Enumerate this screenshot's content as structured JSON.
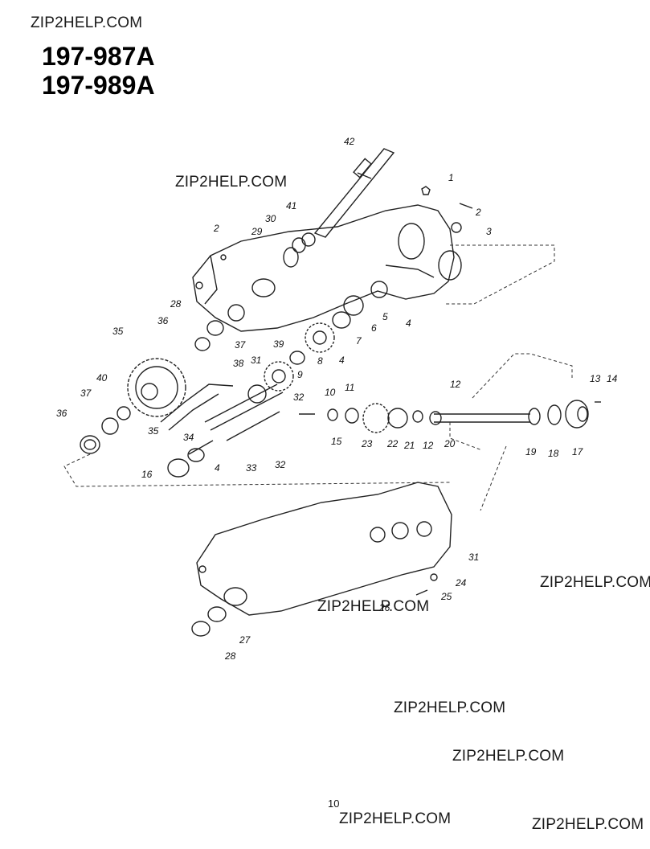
{
  "watermark": "ZIP2HELP.COM",
  "models": [
    "197-987A",
    "197-989A"
  ],
  "page_number": "10",
  "parts": [
    {
      "num": "1"
    },
    {
      "num": "2"
    },
    {
      "num": "2"
    },
    {
      "num": "3"
    },
    {
      "num": "4"
    },
    {
      "num": "5"
    },
    {
      "num": "6"
    },
    {
      "num": "7"
    },
    {
      "num": "4"
    },
    {
      "num": "8"
    },
    {
      "num": "9"
    },
    {
      "num": "42"
    },
    {
      "num": "41"
    },
    {
      "num": "30"
    },
    {
      "num": "29"
    },
    {
      "num": "28"
    },
    {
      "num": "36"
    },
    {
      "num": "37"
    },
    {
      "num": "35"
    },
    {
      "num": "38"
    },
    {
      "num": "31"
    },
    {
      "num": "39"
    },
    {
      "num": "40"
    },
    {
      "num": "37"
    },
    {
      "num": "36"
    },
    {
      "num": "35"
    },
    {
      "num": "34"
    },
    {
      "num": "32"
    },
    {
      "num": "10"
    },
    {
      "num": "11"
    },
    {
      "num": "12"
    },
    {
      "num": "13"
    },
    {
      "num": "14"
    },
    {
      "num": "15"
    },
    {
      "num": "23"
    },
    {
      "num": "22"
    },
    {
      "num": "21"
    },
    {
      "num": "12"
    },
    {
      "num": "20"
    },
    {
      "num": "19"
    },
    {
      "num": "18"
    },
    {
      "num": "17"
    },
    {
      "num": "16"
    },
    {
      "num": "4"
    },
    {
      "num": "33"
    },
    {
      "num": "32"
    },
    {
      "num": "31"
    },
    {
      "num": "24"
    },
    {
      "num": "25"
    },
    {
      "num": "26"
    },
    {
      "num": "27"
    },
    {
      "num": "28"
    },
    {
      "num": "29"
    }
  ]
}
